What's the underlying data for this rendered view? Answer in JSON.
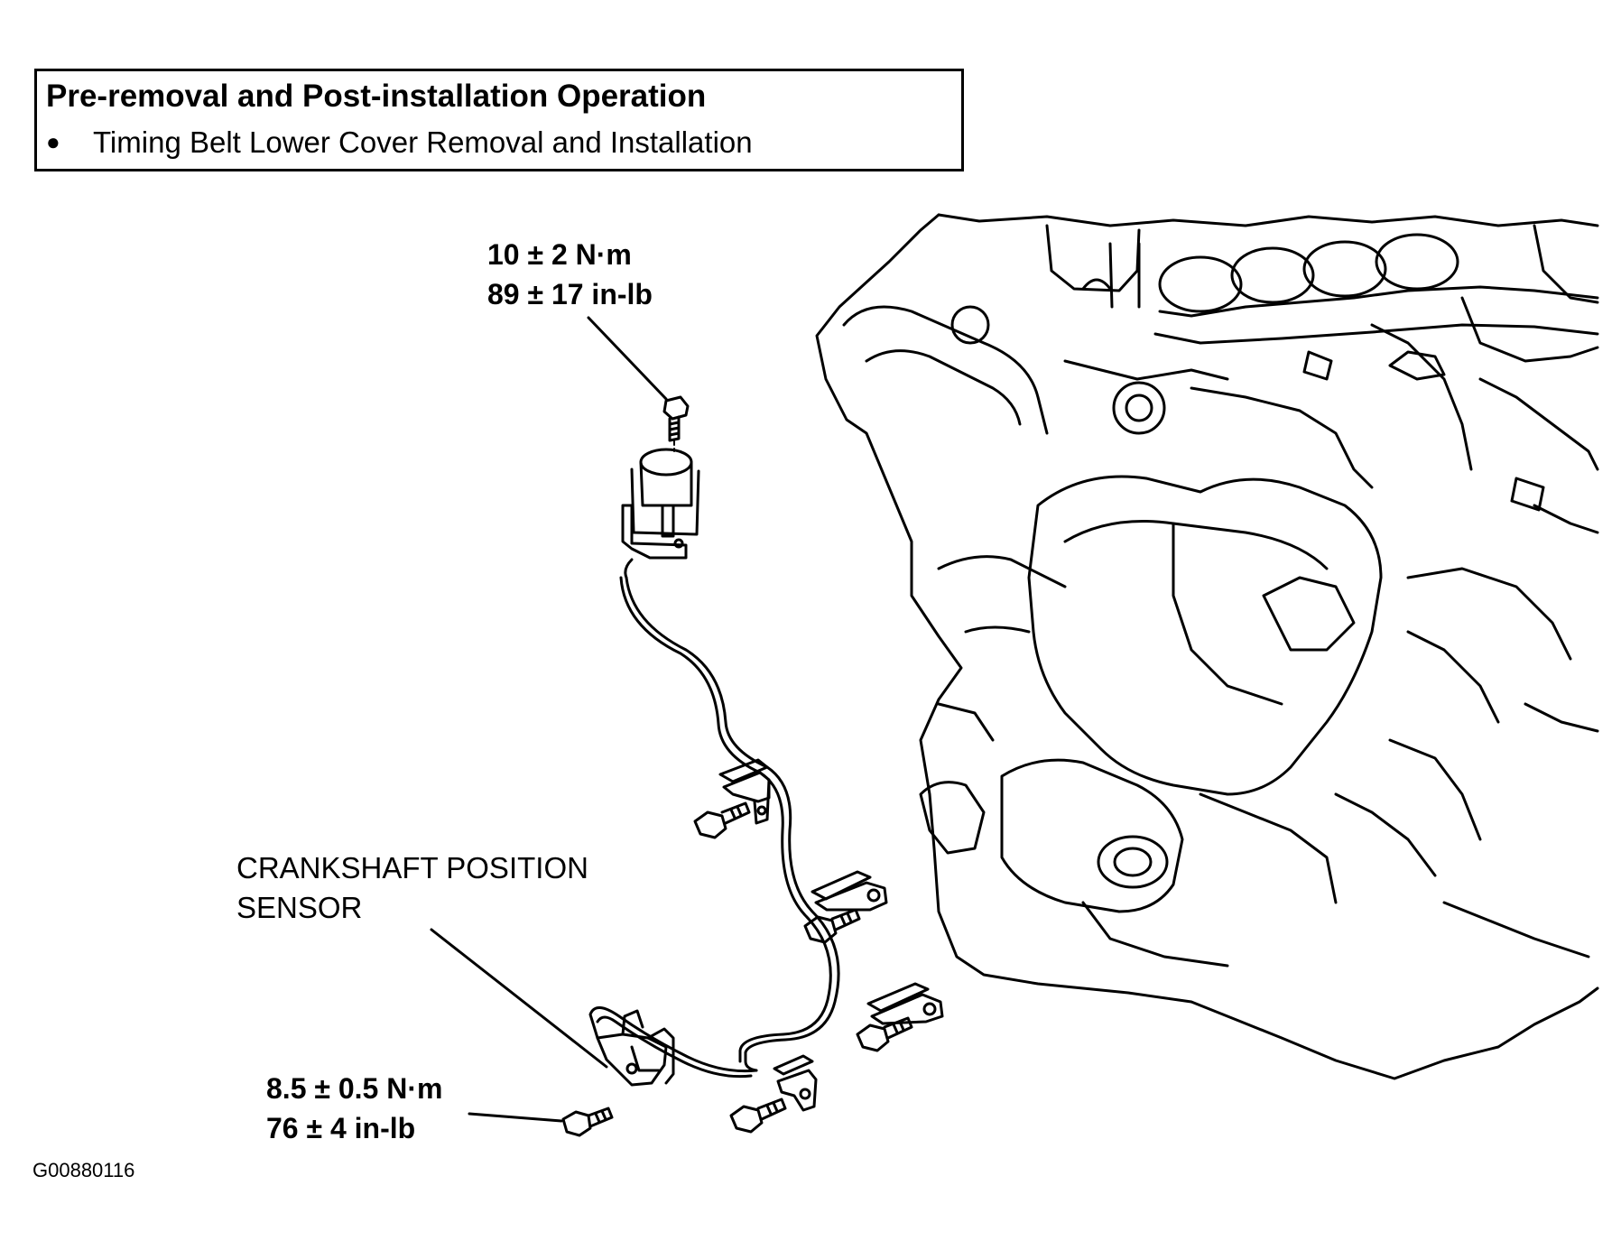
{
  "note": {
    "title": "Pre-removal and Post-installation Operation",
    "items": [
      "Timing Belt Lower Cover Removal and Installation"
    ]
  },
  "torque_upper": {
    "metric": "10 ± 2 N·m",
    "imperial": "89 ± 17 in-lb"
  },
  "torque_lower": {
    "metric": "8.5 ± 0.5 N·m",
    "imperial": "76 ± 4 in-lb"
  },
  "sensor_label": {
    "line1": "CRANKSHAFT POSITION",
    "line2": "SENSOR"
  },
  "figure_id": "G00880116"
}
